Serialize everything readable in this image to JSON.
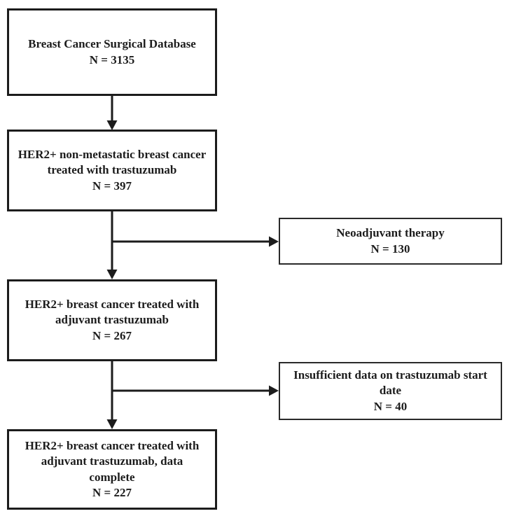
{
  "diagram": {
    "type": "flowchart",
    "colors": {
      "box_border": "#1c1c1c",
      "text": "#1c1c1c",
      "arrow": "#1c1c1c",
      "background": "#ffffff"
    },
    "nodes": {
      "source": {
        "label": "Breast Cancer Surgical Database",
        "count": "N = 3135"
      },
      "her2_nonmetastatic": {
        "label": "HER2+ non-metastatic breast cancer treated with trastuzumab",
        "count": "N = 397"
      },
      "neoadjuvant_excluded": {
        "label": "Neoadjuvant therapy",
        "count": "N = 130"
      },
      "adjuvant": {
        "label": "HER2+ breast cancer treated with adjuvant trastuzumab",
        "count": "N = 267"
      },
      "insufficient_excluded": {
        "label": "Insufficient data on trastuzumab start date",
        "count": "N = 40"
      },
      "complete": {
        "label": "HER2+ breast cancer treated with adjuvant trastuzumab, data complete",
        "count": "N = 227"
      }
    },
    "edges": [
      {
        "from": "source",
        "to": "her2_nonmetastatic",
        "type": "down-arrow"
      },
      {
        "from": "her2_nonmetastatic",
        "to": "adjuvant",
        "type": "down-arrow"
      },
      {
        "from": "her2_nonmetastatic",
        "to": "neoadjuvant_excluded",
        "type": "branch-right-arrow"
      },
      {
        "from": "adjuvant",
        "to": "complete",
        "type": "down-arrow"
      },
      {
        "from": "adjuvant",
        "to": "insufficient_excluded",
        "type": "branch-right-arrow"
      }
    ]
  }
}
